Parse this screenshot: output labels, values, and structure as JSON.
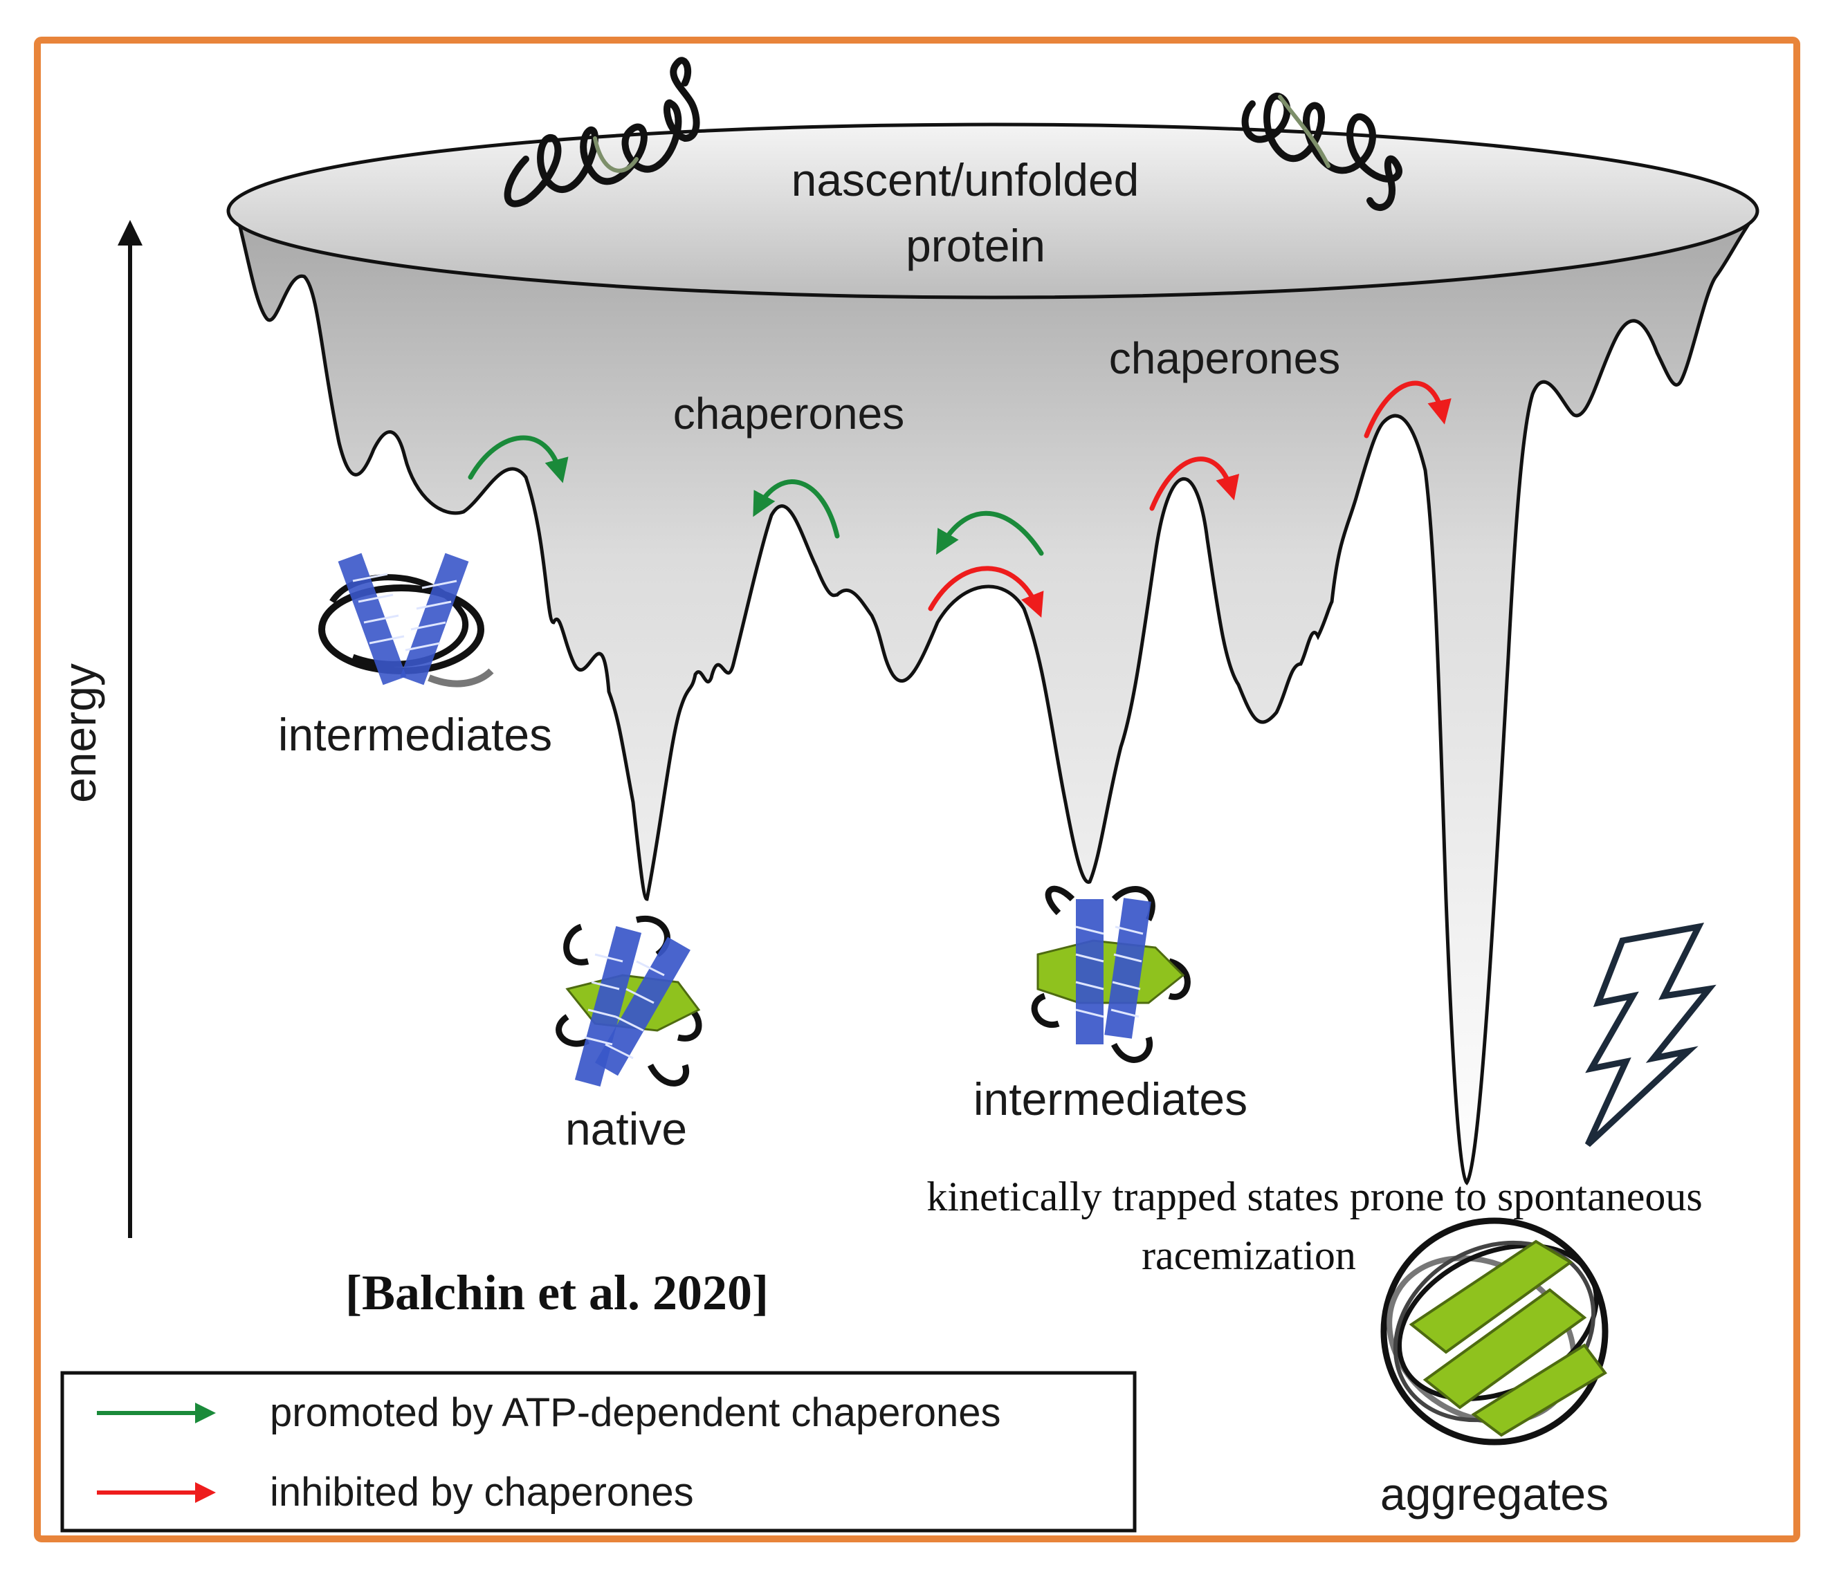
{
  "labels": {
    "unfolded_line1": "nascent/unfolded",
    "unfolded_line2": "protein",
    "chaperones_left": "chaperones",
    "chaperones_right": "chaperones",
    "intermediates_left": "intermediates",
    "intermediates_right": "intermediates",
    "native": "native",
    "aggregates": "aggregates",
    "energy_axis": "energy",
    "trapped_line1": "kinetically trapped states prone to spontaneous",
    "trapped_line2": "racemization",
    "citation": "[Balchin et al. 2020]"
  },
  "legend": {
    "items": [
      {
        "label": "promoted by ATP-dependent chaperones",
        "color": "#1a8a3a"
      },
      {
        "label": "inhibited by chaperones",
        "color": "#ee1c1c"
      }
    ]
  },
  "colors": {
    "frame": "#e8843a",
    "promoted": "#1a8a3a",
    "inhibited": "#ee1c1c",
    "helix": "#3a57c9",
    "sheet": "#8fc21e"
  },
  "icons": [
    "lightning-bolt-icon",
    "protein-structure-icon"
  ]
}
